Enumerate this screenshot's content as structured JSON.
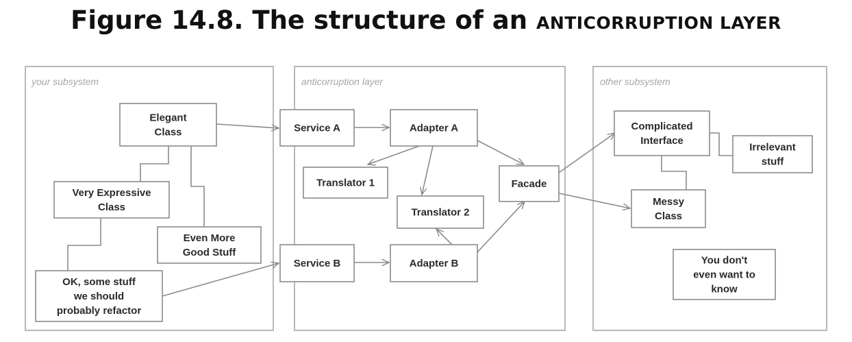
{
  "figure": {
    "title_main": "Figure 14.8. The structure of an ",
    "title_smallcaps": "ANTICORRUPTION LAYER"
  },
  "panels": {
    "your_subsystem": "your subsystem",
    "anticorruption_layer": "anticorruption layer",
    "other_subsystem": "other subsystem"
  },
  "boxes": {
    "elegant_class": [
      "Elegant",
      "Class"
    ],
    "very_expressive_class": [
      "Very Expressive",
      "Class"
    ],
    "even_more_good_stuff": [
      "Even More",
      "Good Stuff"
    ],
    "ok_some_stuff": [
      "OK, some stuff",
      "we should",
      "probably  refactor"
    ],
    "service_a": [
      "Service A"
    ],
    "adapter_a": [
      "Adapter A"
    ],
    "translator_1": [
      "Translator 1"
    ],
    "translator_2": [
      "Translator 2"
    ],
    "facade": [
      "Facade"
    ],
    "service_b": [
      "Service B"
    ],
    "adapter_b": [
      "Adapter B"
    ],
    "complicated_interface": [
      "Complicated",
      "Interface"
    ],
    "irrelevant_stuff": [
      "Irrelevant",
      "stuff"
    ],
    "messy_class": [
      "Messy",
      "Class"
    ],
    "you_dont_even_want_to_know": [
      "You don't",
      "even want to",
      "know"
    ]
  }
}
